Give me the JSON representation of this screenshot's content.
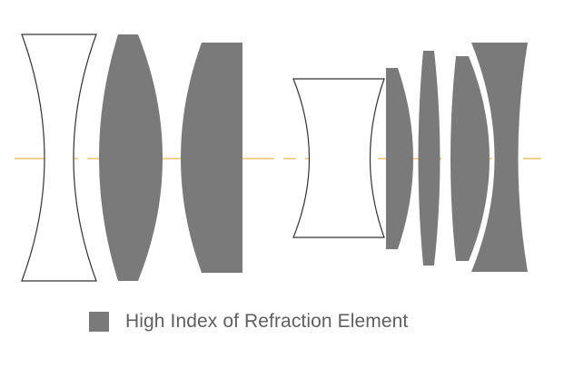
{
  "colors": {
    "high_index_element": "#7a7a7a",
    "optical_axis": "#f0c36b",
    "outline": "#333333",
    "legend_text": "#5f5f5f"
  },
  "legend": {
    "label": "High Index of Refraction Element"
  },
  "elements": [
    {
      "name": "element-1",
      "type": "biconcave",
      "high_index": false
    },
    {
      "name": "element-2",
      "type": "biconvex",
      "high_index": true
    },
    {
      "name": "element-3",
      "type": "plano-convex",
      "high_index": true
    },
    {
      "name": "element-4",
      "type": "biconcave",
      "high_index": false
    },
    {
      "name": "element-5",
      "type": "convex",
      "high_index": true
    },
    {
      "name": "element-6",
      "type": "biconvex",
      "high_index": true
    },
    {
      "name": "element-7",
      "type": "convex",
      "high_index": true
    },
    {
      "name": "element-8",
      "type": "meniscus",
      "high_index": true
    }
  ]
}
